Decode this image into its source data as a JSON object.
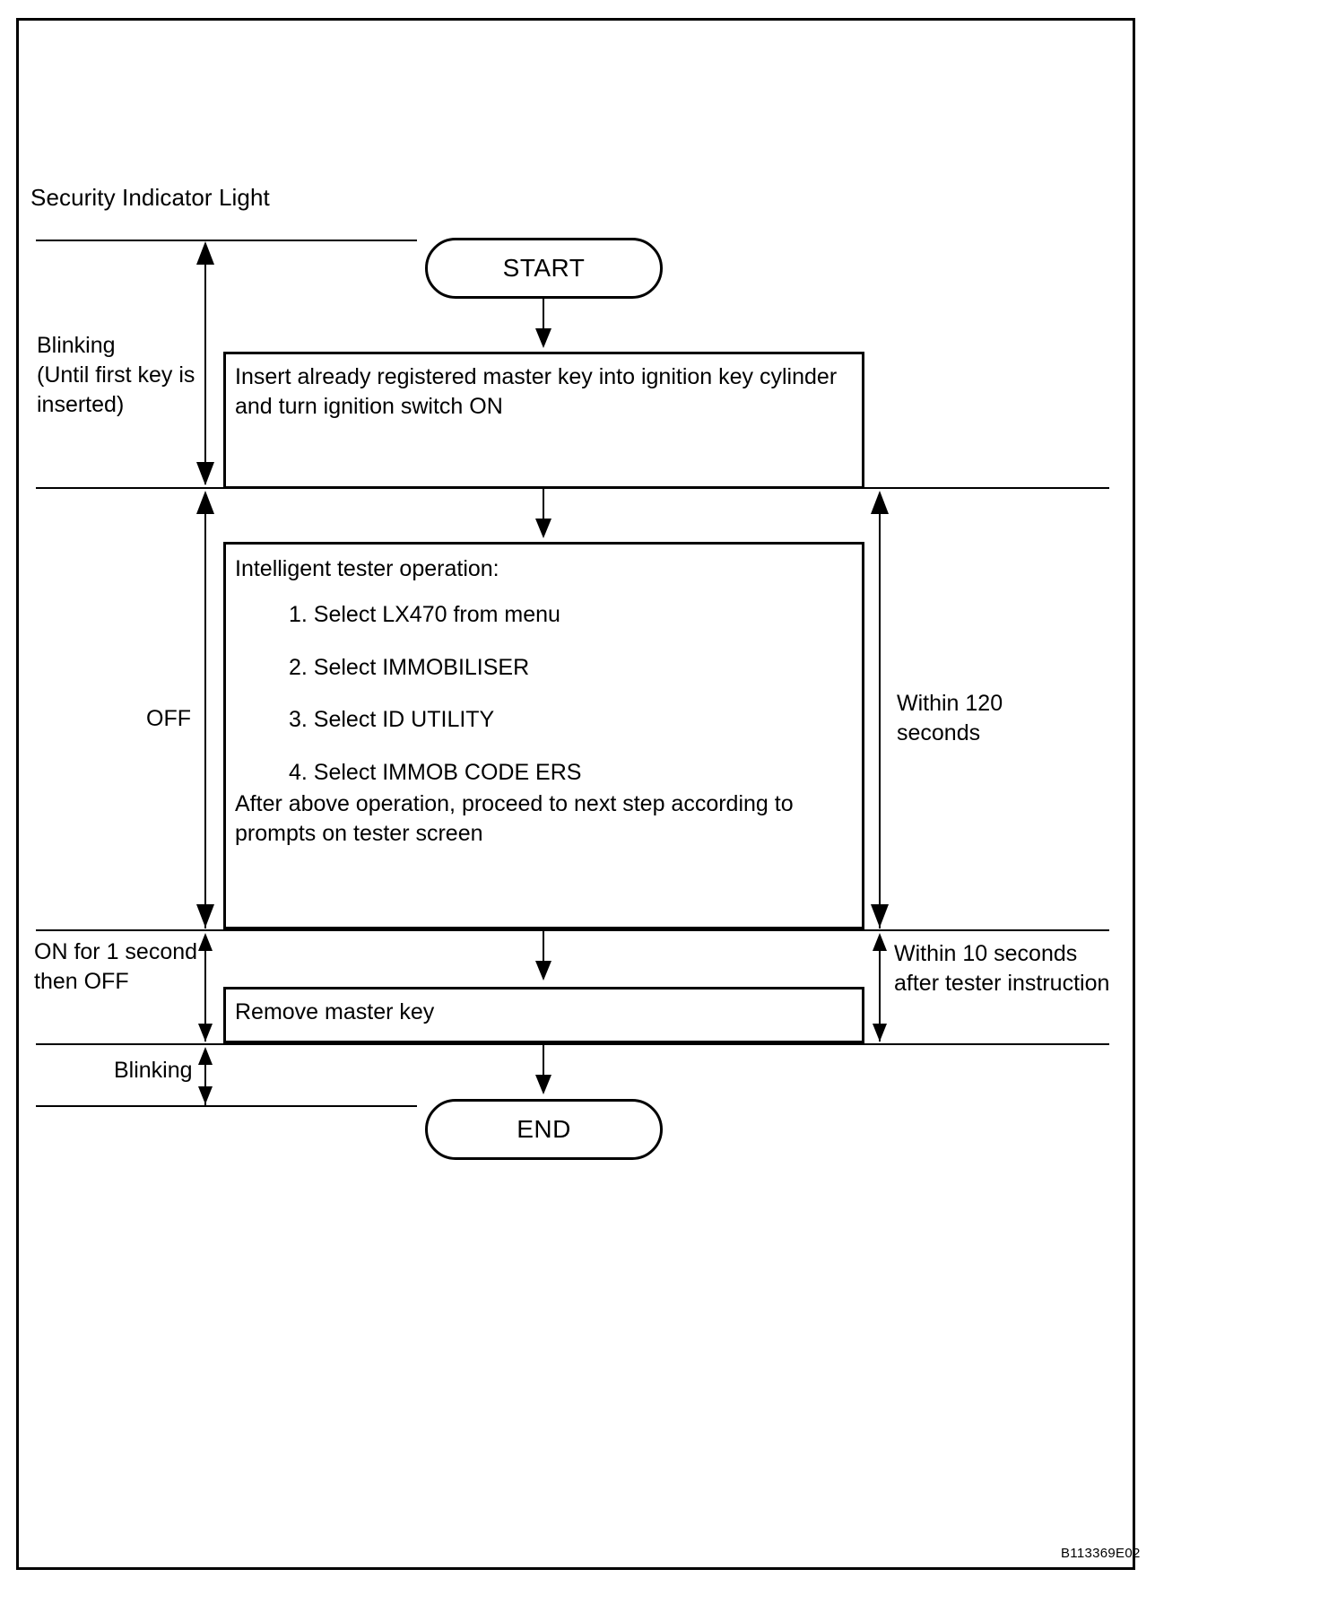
{
  "diagram": {
    "title": "Security Indicator Light",
    "figure_code": "B113369E02"
  },
  "terminators": {
    "start": "START",
    "end": "END"
  },
  "process_boxes": [
    {
      "id": "insert-key",
      "lines": [
        "Insert already registered master key into ignition key cylinder",
        "and turn ignition switch ON"
      ]
    },
    {
      "id": "tester-operation",
      "heading": "Intelligent tester operation:",
      "steps": [
        "1. Select LX470 from menu",
        "2. Select IMMOBILISER",
        "3. Select ID UTILITY",
        "4. Select IMMOB CODE ERS"
      ],
      "note_lines": [
        "After above operation, proceed to next step according to",
        "prompts on tester screen"
      ]
    },
    {
      "id": "remove-key",
      "lines": [
        "Remove master key"
      ]
    }
  ],
  "indicator_states": [
    {
      "id": "blinking-until-first-key",
      "lines": [
        "Blinking",
        "(Until first key is",
        "inserted)"
      ]
    },
    {
      "id": "off",
      "lines": [
        "OFF"
      ]
    },
    {
      "id": "on-1s-then-off",
      "lines": [
        "ON for 1 second",
        "then OFF"
      ]
    },
    {
      "id": "blinking",
      "lines": [
        "Blinking"
      ]
    }
  ],
  "timing_annotations": [
    {
      "id": "within-120-seconds",
      "lines": [
        "Within 120",
        "seconds"
      ]
    },
    {
      "id": "within-10-seconds",
      "lines": [
        "Within 10 seconds",
        "after tester instruction"
      ]
    }
  ],
  "colors": {
    "ink": "#000000",
    "paper": "#ffffff"
  }
}
